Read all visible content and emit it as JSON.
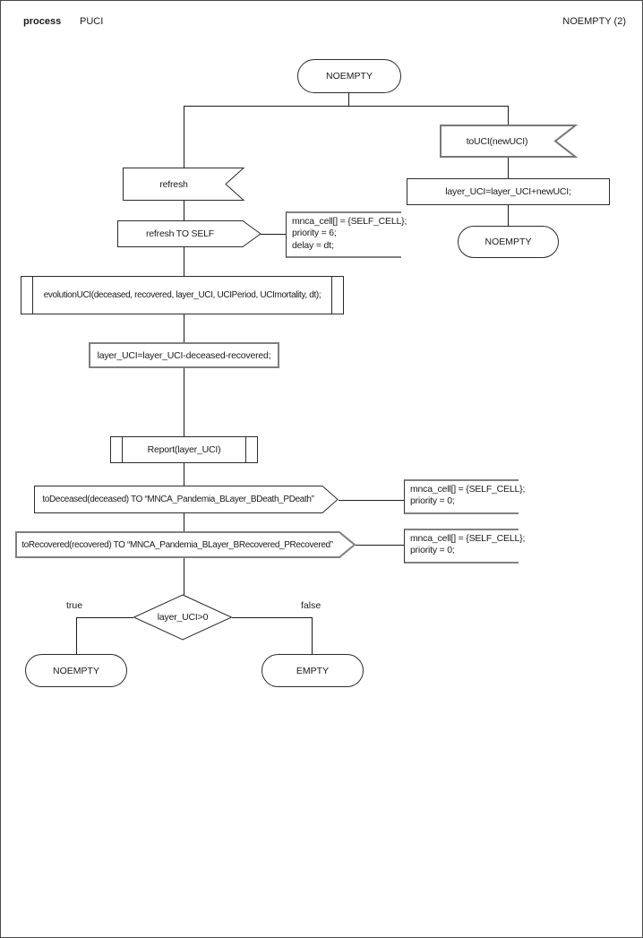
{
  "header": {
    "kind_label": "process",
    "process_name": "PUCI",
    "page_label": "NOEMPTY (2)"
  },
  "diagram": {
    "start_state": "NOEMPTY",
    "right_branch": {
      "receive_signal": "toUCI(newUCI)",
      "task": "layer_UCI=layer_UCI+newUCI;",
      "next_state": "NOEMPTY"
    },
    "left_branch": {
      "receive_signal": "refresh",
      "send_self": "refresh TO SELF",
      "procedure_evolution": "evolutionUCI(deceased, recovered, layer_UCI, UCIPeriod, UCImortality, dt);",
      "task_update": "layer_UCI=layer_UCI-deceased-recovered;",
      "procedure_report": "Report(layer_UCI)",
      "send_deceased": "toDeceased(deceased) TO “MNCA_Pandemia_BLayer_BDeath_PDeath”",
      "send_recovered": "toRecovered(recovered) TO “MNCA_Pandemia_BLayer_BRecovered_PRecovered”",
      "decision": "layer_UCI>0",
      "true_label": "true",
      "false_label": "false",
      "true_state": "NOEMPTY",
      "false_state": "EMPTY"
    },
    "comments": {
      "refresh_send": {
        "l1": "mnca_cell[] = {SELF_CELL};",
        "l2": "priority = 6;",
        "l3": "delay = dt;"
      },
      "deceased_send": {
        "l1": "mnca_cell[] = {SELF_CELL};",
        "l2": "priority = 0;"
      },
      "recovered_send": {
        "l1": "mnca_cell[] = {SELF_CELL};",
        "l2": "priority = 0;"
      }
    }
  }
}
